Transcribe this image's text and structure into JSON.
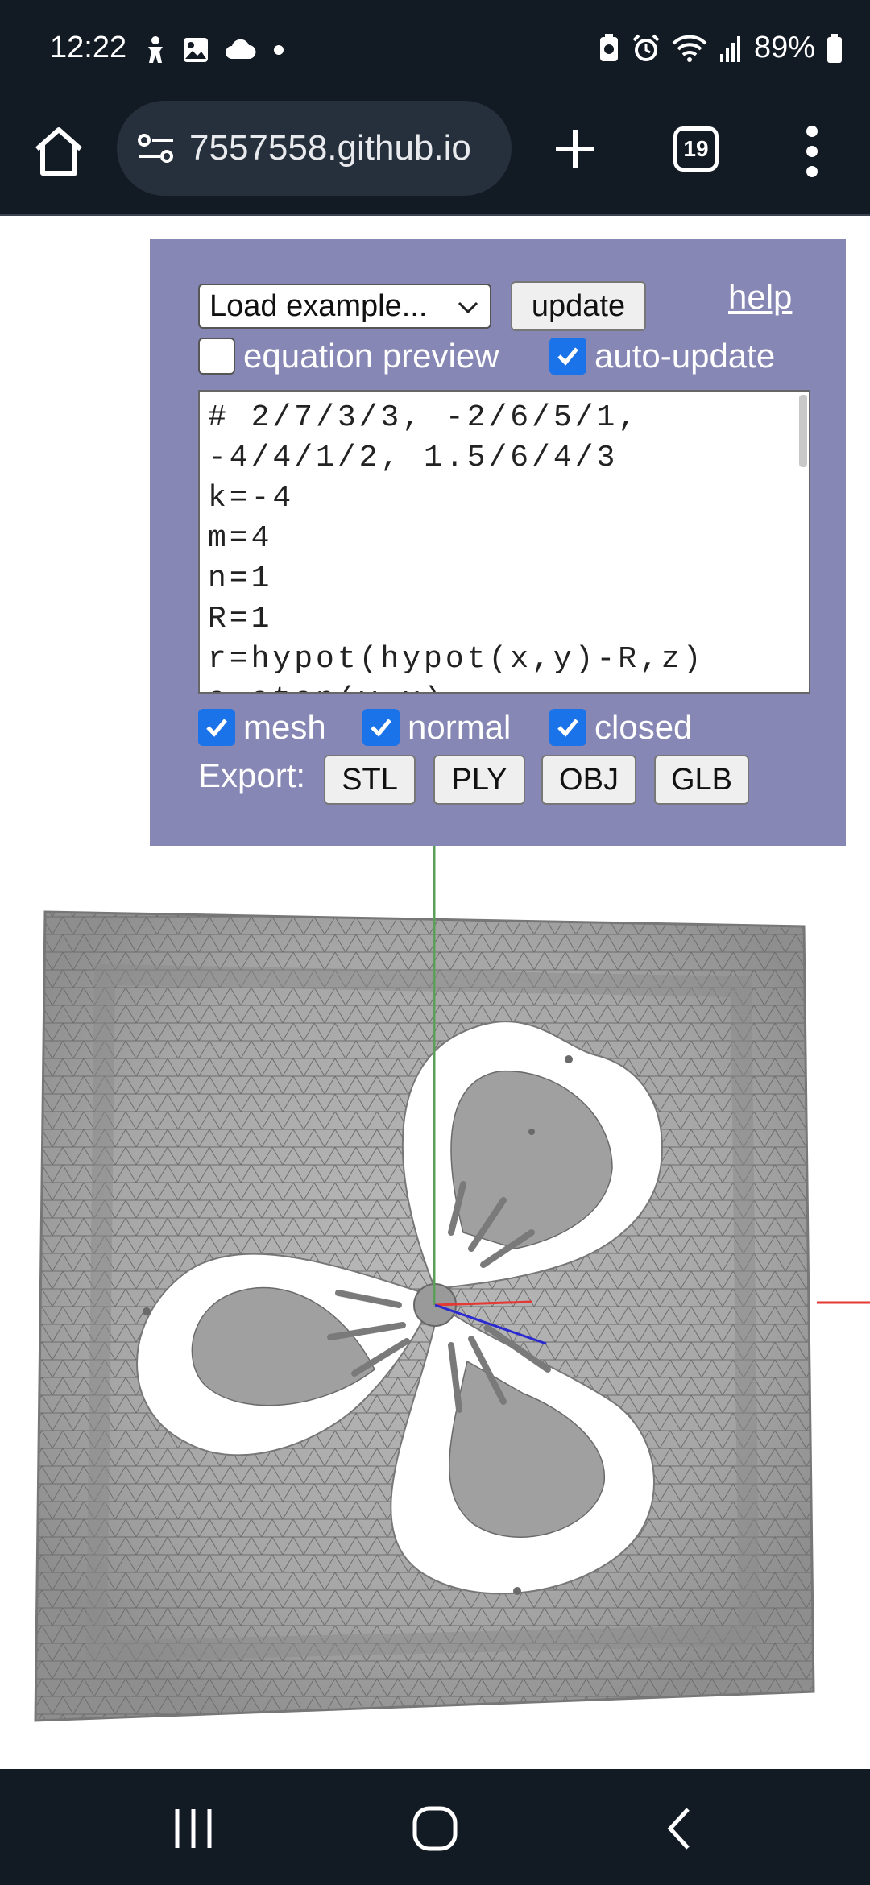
{
  "status_bar": {
    "time": "12:22",
    "battery": "89%",
    "icons": [
      "accessibility-icon",
      "image-icon",
      "cloud-icon",
      "dot-icon",
      "battery-saver-icon",
      "alarm-icon",
      "wifi-icon",
      "signal-icon",
      "battery-icon"
    ]
  },
  "browser": {
    "url": "7557558.github.io",
    "tab_count": "19"
  },
  "panel": {
    "select_value": "Load example...",
    "update_label": "update",
    "help_label": "help",
    "equation_preview_label": "equation preview",
    "equation_preview_checked": false,
    "auto_update_label": "auto-update",
    "auto_update_checked": true,
    "equation_text": "# 2/7/3/3, -2/6/5/1, -4/4/1/2, 1.5/6/4/3\nk=-4\nm=4\nn=1\nR=1\nr=hypot(hypot(x,y)-R,z)\na=atan(y,x)",
    "mesh_label": "mesh",
    "mesh_checked": true,
    "normal_label": "normal",
    "normal_checked": true,
    "closed_label": "closed",
    "closed_checked": true,
    "export_label": "Export:",
    "export_buttons": [
      "STL",
      "PLY",
      "OBJ",
      "GLB"
    ]
  },
  "colors": {
    "panel_bg": "#8787b5",
    "checkbox": "#1a73e8",
    "axis_x": "#e53935",
    "axis_y": "#5aa05a",
    "axis_z": "#2a2ad0"
  }
}
